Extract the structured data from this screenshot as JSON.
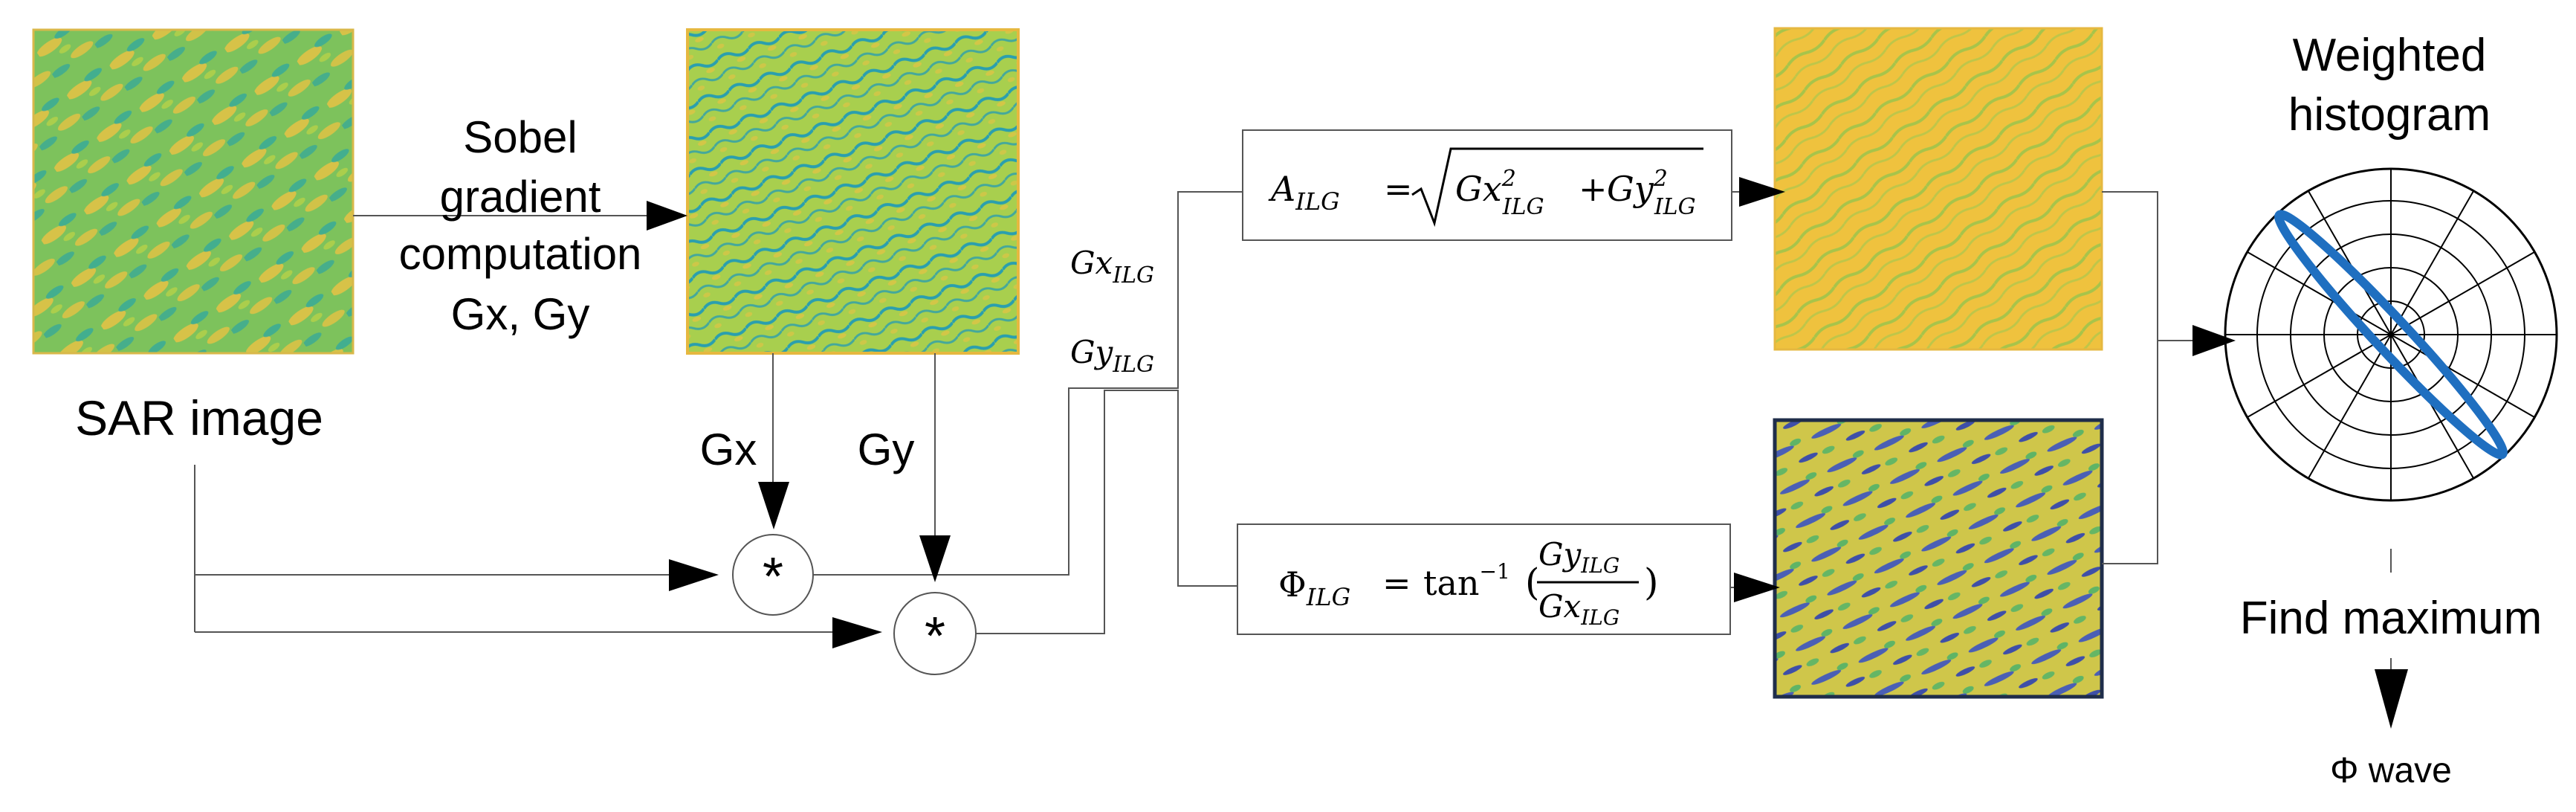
{
  "labels": {
    "sobel_line1": "Sobel",
    "sobel_line2": "gradient",
    "sobel_line3": "computation",
    "sobel_line4": "Gx, Gy",
    "sar_image": "SAR image",
    "gx": "Gx",
    "gy": "Gy",
    "conv_symbol": "*",
    "weighted_line1": "Weighted",
    "weighted_line2": "histogram",
    "find_maximum": "Find maximum",
    "phi_wave": "Φ wave"
  },
  "signals": {
    "gx_ilg_main": "Gx",
    "gx_ilg_sub": "ILG",
    "gy_ilg_main": "Gy",
    "gy_ilg_sub": "ILG"
  },
  "formulas": {
    "amplitude": {
      "lhs_main": "A",
      "lhs_sub": "ILG",
      "equals": "=",
      "term1_main": "Gx",
      "term1_sub": "ILG",
      "term1_sup": "2",
      "plus": "+",
      "term2_main": "Gy",
      "term2_sub": "ILG",
      "term2_sup": "2"
    },
    "phase": {
      "lhs_main": "Φ",
      "lhs_sub": "ILG",
      "equals": "=",
      "func": "tan",
      "func_sup": "−1",
      "lparen": "(",
      "num_main": "Gy",
      "num_sub": "ILG",
      "den_main": "Gx",
      "den_sub": "ILG",
      "rparen": ")"
    }
  },
  "colors": {
    "image_yellow": "#f0c33c",
    "image_green": "#8fc45a",
    "image_teal": "#2aa79b",
    "image_blue": "#3f5fb0",
    "histogram_curve": "#1f6fc0",
    "arrow": "#000000",
    "wire": "#555555"
  }
}
